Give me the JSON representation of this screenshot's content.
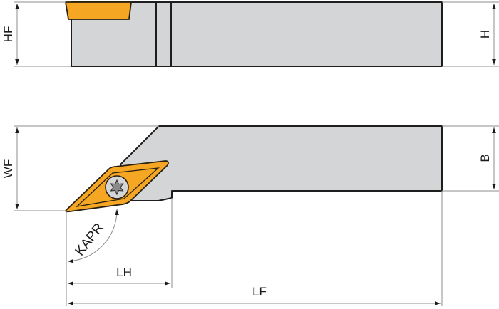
{
  "diagram": {
    "type": "turning tool holder dimension drawing",
    "views": [
      "side view",
      "top view"
    ],
    "colors": {
      "body": "#d4d5d7",
      "insert": "#f5a623",
      "outline": "#1e1e1e",
      "dimension_line": "#8c8c8c"
    },
    "labels": {
      "hf": "HF",
      "h": "H",
      "wf": "WF",
      "b": "B",
      "kapr": "KAPR",
      "lh": "LH",
      "lf": "LF"
    }
  }
}
